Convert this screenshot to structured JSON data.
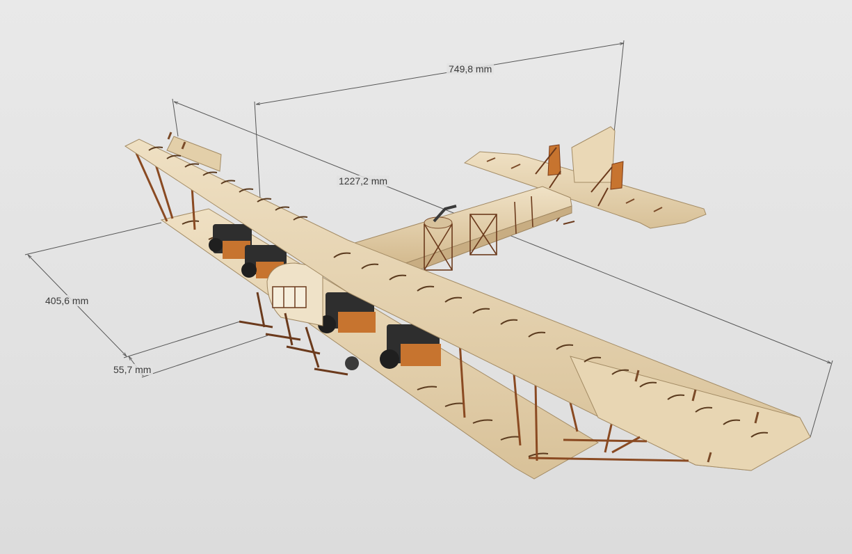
{
  "dimensions": {
    "tailplane_width": "749,8 mm",
    "wingspan": "1227,2 mm",
    "height": "405,6 mm",
    "base_offset": "55,7 mm"
  },
  "colors": {
    "background": "#e2e2e2",
    "wood_light": "#e6d3b1",
    "wood_mid": "#d9c29b",
    "wood_dark": "#8a4a22",
    "engine": "#2e2e2e",
    "dimension_line": "#555555"
  }
}
